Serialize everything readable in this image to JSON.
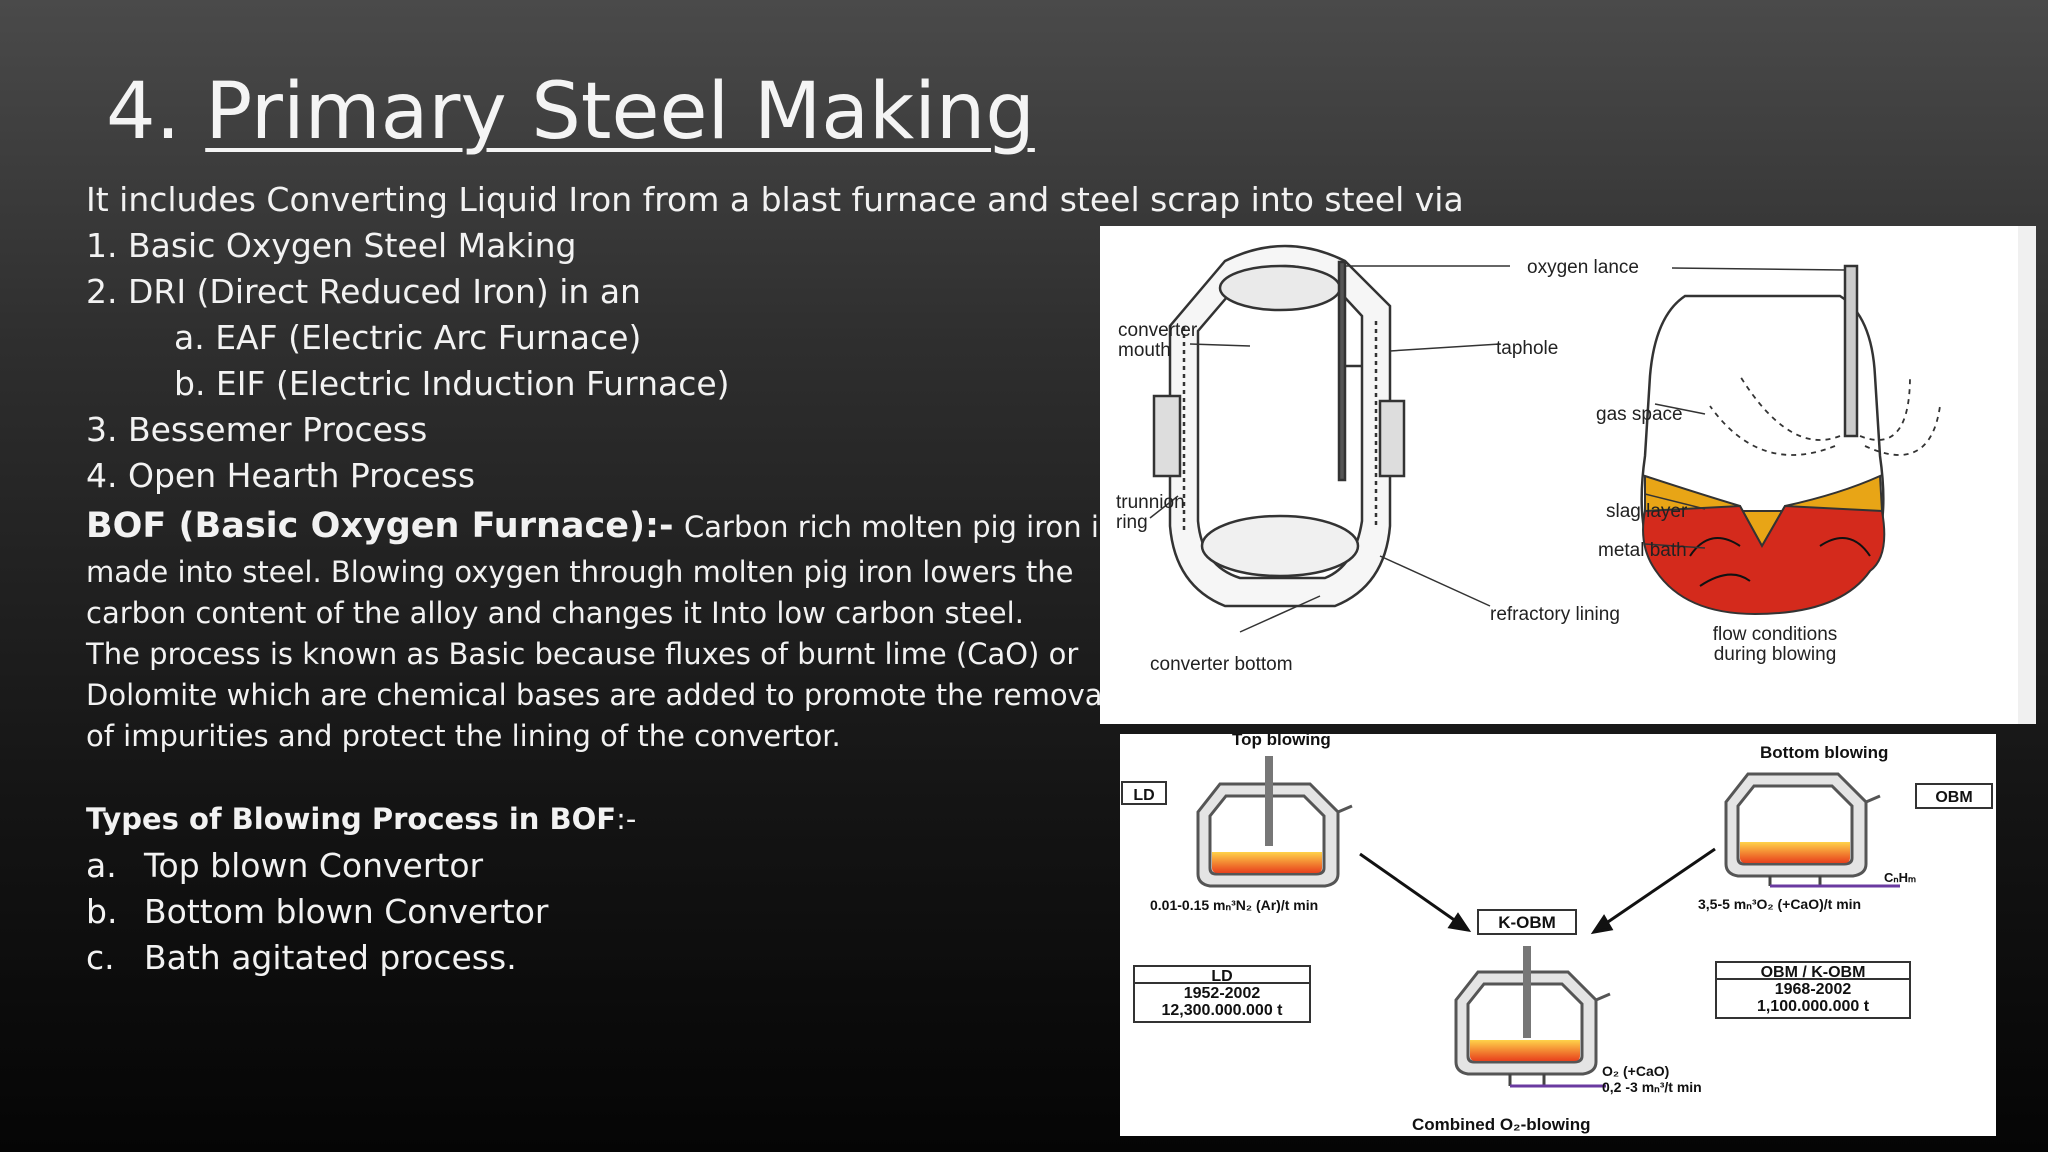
{
  "title": {
    "number": "4. ",
    "text": "Primary Steel Making"
  },
  "intro": "It includes Converting Liquid Iron from a blast furnace and steel scrap into steel via",
  "methods": [
    "1. Basic Oxygen Steel Making",
    "2. DRI (Direct Reduced Iron) in an",
    "a. EAF (Electric Arc Furnace)",
    "b. EIF (Electric Induction Furnace)",
    "3. Bessemer Process",
    "4. Open Hearth Process"
  ],
  "bof": {
    "heading": "BOF (Basic Oxygen Furnace):-",
    "lines": [
      "Carbon rich molten pig iron is",
      " made into steel. Blowing oxygen through molten pig iron lowers the",
      "carbon content of the alloy and changes it Into low carbon steel.",
      "The process is known as Basic because fluxes of burnt lime (CaO) or",
      "Dolomite which are chemical bases are added to promote the removal",
      "of impurities and protect the lining of the convertor."
    ]
  },
  "blowing": {
    "heading_bold": "Types of Blowing Process in BOF",
    "heading_rest": ":-",
    "items": [
      {
        "marker": "a.",
        "text": "Top blown Convertor"
      },
      {
        "marker": "b.",
        "text": "Bottom blown Convertor"
      },
      {
        "marker": "c.",
        "text": "Bath agitated process."
      }
    ]
  },
  "diagram1": {
    "labels": {
      "oxygen_lance": "oxygen lance",
      "converter_mouth_1": "converter",
      "converter_mouth_2": "mouth",
      "taphole": "taphole",
      "gas_space": "gas space",
      "trunnion_1": "trunnion",
      "trunnion_2": "ring",
      "slag_layer": "slag layer",
      "metal_bath": "metal bath",
      "refractory_lining": "refractory lining",
      "flow_1": "flow conditions",
      "flow_2": "during blowing",
      "converter_bottom": "converter bottom"
    },
    "colors": {
      "slag": "#e8a516",
      "metal": "#d42a1c"
    }
  },
  "diagram2": {
    "top_blowing": "Top blowing",
    "bottom_blowing": "Bottom blowing",
    "ld": "LD",
    "obm": "OBM",
    "kobm": "K-OBM",
    "ld_rate": "0.01-0.15 mₙ³N₂ (Ar)/t min",
    "obm_rate": "3,5-5 mₙ³O₂ (+CaO)/t min",
    "chm": "CₙHₘ",
    "ld_box": [
      "LD",
      "1952-2002",
      "12,300.000.000 t"
    ],
    "obm_box": [
      "OBM / K-OBM",
      "1968-2002",
      "1,100.000.000 t"
    ],
    "o2_cao": "O₂ (+CaO)",
    "o2_rate": "0,2 -3 mₙ³/t min",
    "combined": "Combined O₂-blowing"
  }
}
